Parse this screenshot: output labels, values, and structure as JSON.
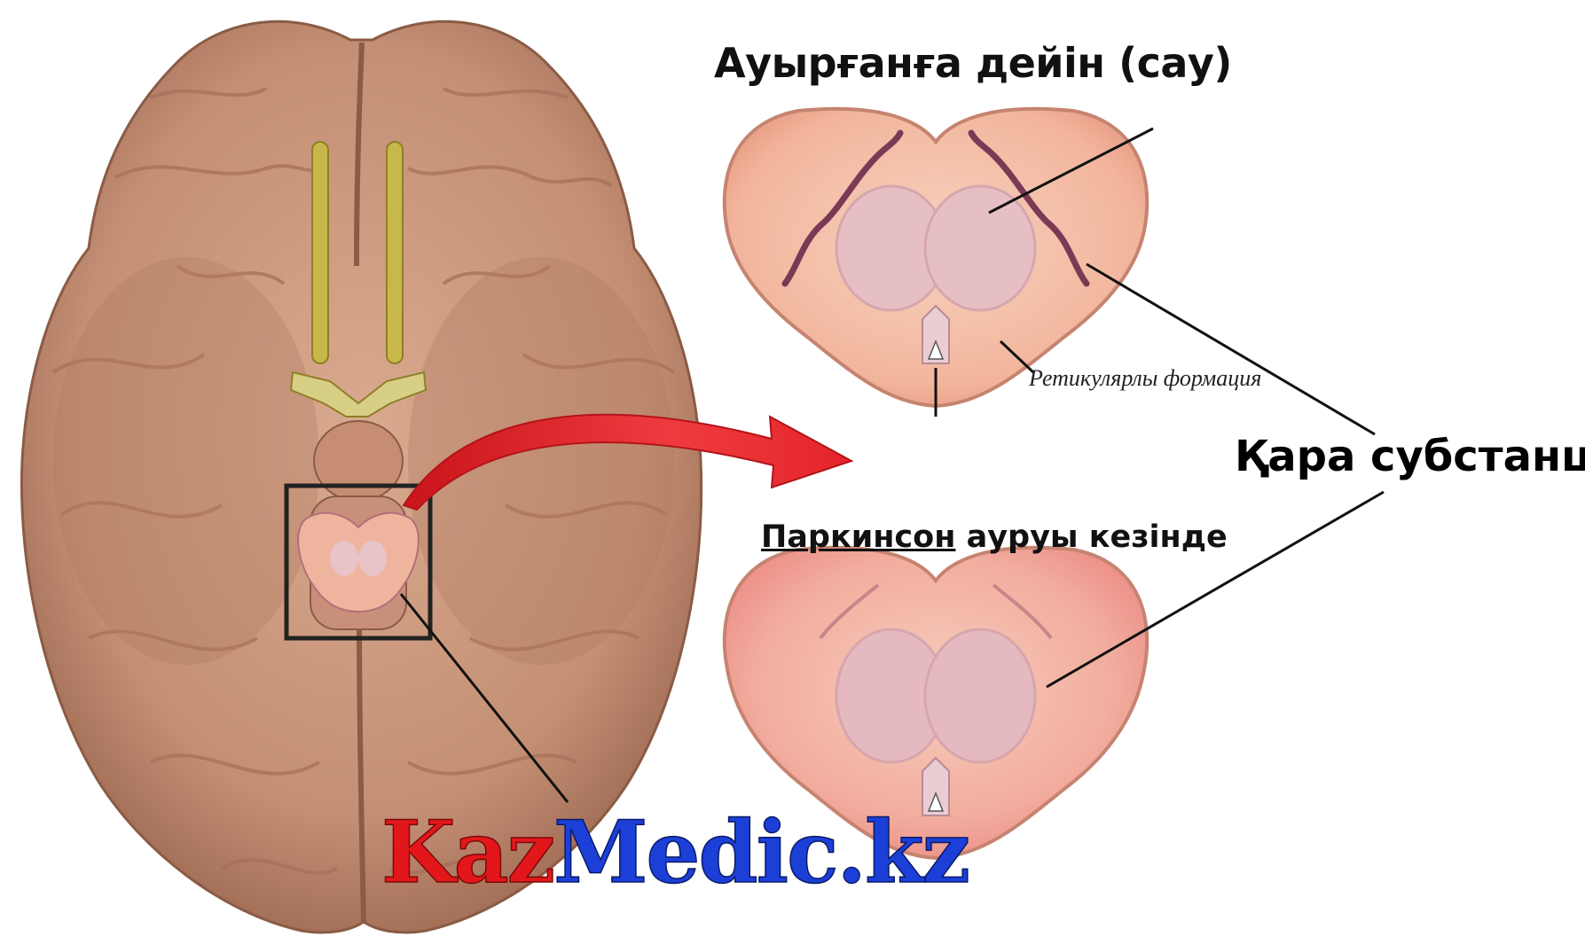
{
  "labels": {
    "healthy_title": "Ауырғанға дейін (сау)",
    "parkinson_title_underlined": "Паркинсон",
    "parkinson_title_rest": " ауруы кезінде",
    "reticular_formation": "Ретикулярлы формация",
    "substantia_nigra": "Қара субстанция"
  },
  "watermark": {
    "part1": "Kaz",
    "part2": "Medic.kz"
  },
  "colors": {
    "brain": "#c9957a",
    "brain_shadow": "#8a5b45",
    "olfactory_tract": "#c8b84c",
    "midbrain_section": "#f0b79e",
    "substantia_nigra_healthy": "#7a3a55",
    "cerebral_peduncle": "#e8c3c8",
    "arrow": "#e4252b",
    "watermark_red": "#e3171b",
    "watermark_blue": "#1c3fd8"
  }
}
